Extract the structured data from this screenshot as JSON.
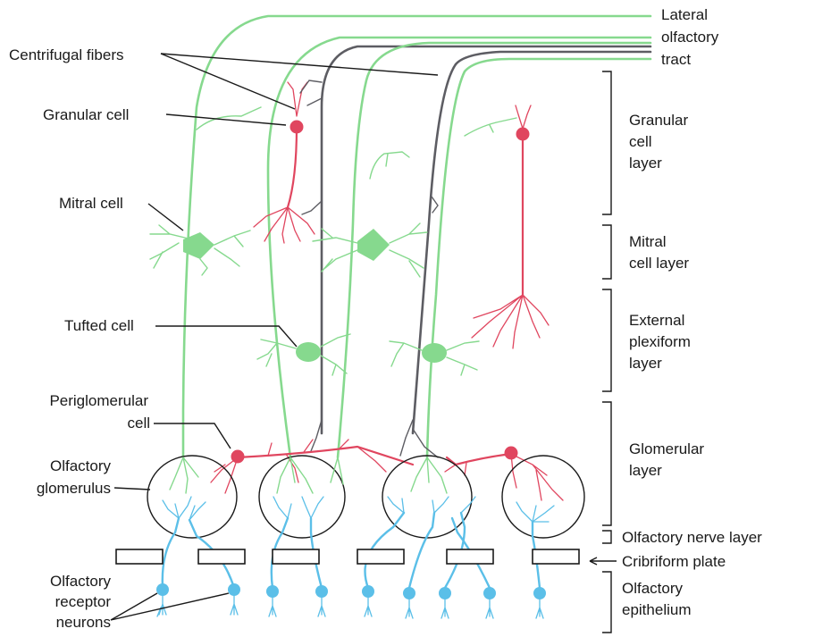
{
  "labels": {
    "lot_line1": "Lateral",
    "lot_line2": "olfactory",
    "lot_line3": "tract",
    "centrifugal": "Centrifugal fibers",
    "granular_cell": "Granular cell",
    "mitral_cell": "Mitral cell",
    "tufted_cell": "Tufted cell",
    "periglom_line1": "Periglomerular",
    "periglom_line2": "cell",
    "glom_line1": "Olfactory",
    "glom_line2": "glomerulus",
    "receptor_line1": "Olfactory",
    "receptor_line2": "receptor",
    "receptor_line3": "neurons"
  },
  "layers": {
    "granular_line1": "Granular",
    "granular_line2": "cell",
    "granular_line3": "layer",
    "mitral_line1": "Mitral",
    "mitral_line2": "cell layer",
    "external_line1": "External",
    "external_line2": "plexiform",
    "external_line3": "layer",
    "glomerular_line1": "Glomerular",
    "glomerular_line2": "layer",
    "nerve": "Olfactory nerve layer",
    "cribriform": "Cribriform plate",
    "epithelium_line1": "Olfactory",
    "epithelium_line2": "epithelium"
  },
  "colors": {
    "projection_neuron": "#86d98e",
    "centrifugal_fiber": "#5d5d63",
    "interneuron": "#e0465f",
    "receptor_neuron": "#5bbfe8"
  }
}
